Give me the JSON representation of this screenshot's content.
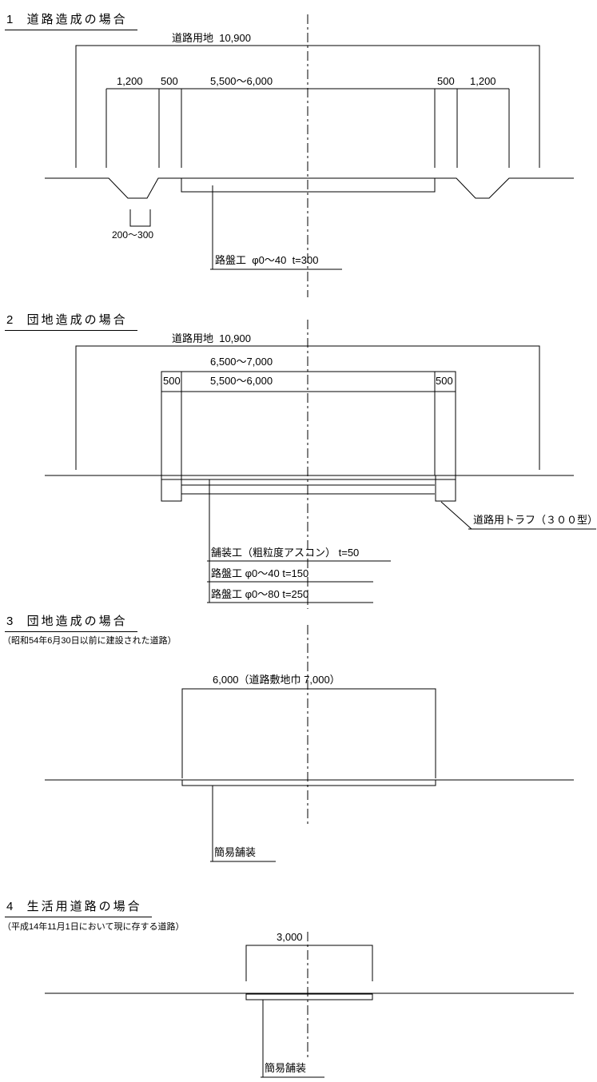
{
  "colors": {
    "line": "#000000",
    "background": "#ffffff"
  },
  "sections": {
    "s1": {
      "title": "1  道路造成の場合",
      "land_label": "道路用地  10,900",
      "dim_left_outer": "1,200",
      "dim_left_inner": "500",
      "dim_road": "5,500～6,000",
      "dim_right_inner": "500",
      "dim_right_outer": "1,200",
      "ditch_dim": "200～300",
      "base_label": "路盤工  φ0～40  t=300"
    },
    "s2": {
      "title": "2  団地造成の場合",
      "land_label": "道路用地  10,900",
      "dim_total": "6,500～7,000",
      "dim_left": "500",
      "dim_road": "5,500～6,000",
      "dim_right": "500",
      "trough_label": "道路用トラフ（３００型）",
      "pave_label": "舗装工（粗粒度アスコン） t=50",
      "base1_label": "路盤工 φ0～40 t=150",
      "base2_label": "路盤工 φ0～80 t=250"
    },
    "s3": {
      "title": "3  団地造成の場合",
      "note": "（昭和54年6月30日以前に建設された道路）",
      "dim_label": "6,000（道路敷地巾 7,000）",
      "pave_label": "簡易舗装"
    },
    "s4": {
      "title": "4  生活用道路の場合",
      "note": "（平成14年11月1日において現に存する道路）",
      "dim_label": "3,000",
      "pave_label": "簡易舗装"
    }
  }
}
